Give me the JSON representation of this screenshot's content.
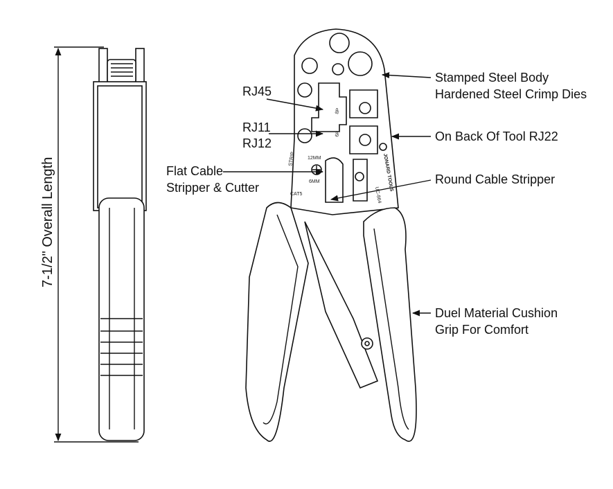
{
  "dimension": {
    "label": "7-1/2\" Overall Length"
  },
  "callouts": {
    "rj45": "RJ45",
    "rj11": "RJ11",
    "rj12": "RJ12",
    "flat_cable_1": "Flat Cable",
    "flat_cable_2": "Stripper & Cutter",
    "body_1": "Stamped Steel Body",
    "body_2": "Hardened Steel Crimp Dies",
    "rj22": "On Back Of Tool RJ22",
    "round_stripper": "Round Cable Stripper",
    "grip_1": "Duel Material Cushion",
    "grip_2": "Grip For Comfort"
  },
  "tool_markings": {
    "p8": "8P",
    "p6": "6P",
    "strip": "STRIP",
    "mm12": "12MM",
    "mm6": "6MM",
    "cat5": "CAT5",
    "brand": "JONARD TOOLS",
    "model": "UC-864"
  }
}
